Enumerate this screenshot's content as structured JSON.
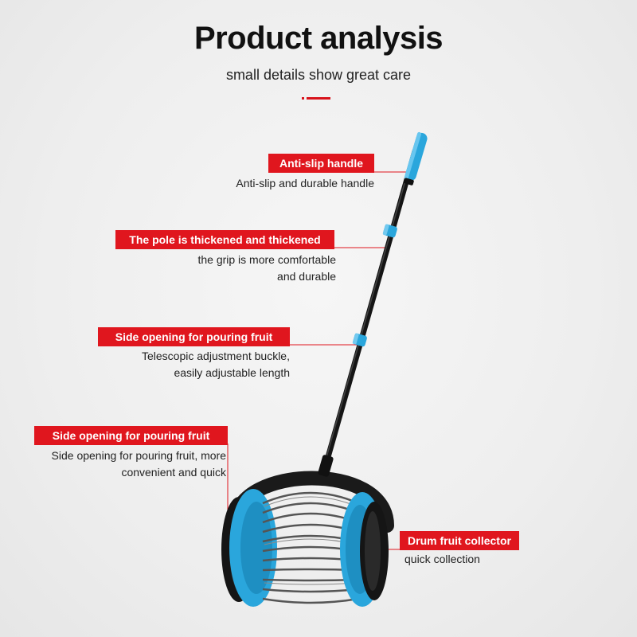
{
  "header": {
    "title": "Product analysis",
    "subtitle": "small details show great care"
  },
  "callouts": [
    {
      "label": "Anti-slip handle",
      "desc": "Anti-slip and durable handle"
    },
    {
      "label": "The pole is thickened and thickened",
      "desc_line1": "the grip is more comfortable",
      "desc_line2": "and durable"
    },
    {
      "label": "Side opening for pouring fruit",
      "desc_line1": "Telescopic adjustment buckle,",
      "desc_line2": "easily adjustable length"
    },
    {
      "label": "Side opening for pouring fruit",
      "desc_line1": "Side opening for pouring fruit, more",
      "desc_line2": "convenient and quick"
    },
    {
      "label": "Drum fruit collector",
      "desc": "quick collection"
    }
  ],
  "colors": {
    "accent": "#e0161e",
    "product_blue": "#2aa6dc",
    "pole": "#111111"
  }
}
